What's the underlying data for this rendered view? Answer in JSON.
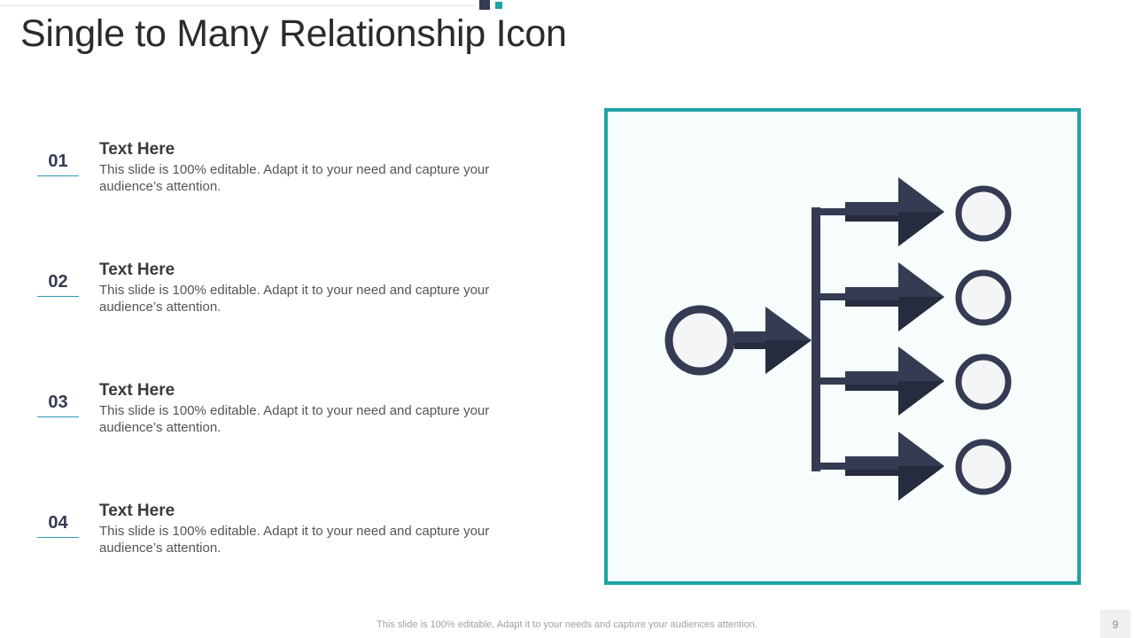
{
  "title": "Single to Many Relationship Icon",
  "items": [
    {
      "number": "01",
      "heading": "Text Here",
      "text": "This slide is 100% editable. Adapt it to your  need and capture your audience’s attention."
    },
    {
      "number": "02",
      "heading": "Text Here",
      "text": "This slide is 100% editable. Adapt it to your  need and capture your audience’s attention."
    },
    {
      "number": "03",
      "heading": "Text Here",
      "text": "This slide is 100% editable. Adapt it to your  need and capture your audience’s attention."
    },
    {
      "number": "04",
      "heading": "Text Here",
      "text": "This slide is 100% editable. Adapt it to your  need and capture your audience’s attention."
    }
  ],
  "footer": "This slide is 100% editable, Adapt it to your needs and capture your audiences attention.",
  "page_number": "9",
  "icon": "single-to-many-relationship-icon",
  "colors": {
    "accent": "#1ea3a6",
    "dark": "#353b52",
    "panel": "#f7fcfd"
  }
}
